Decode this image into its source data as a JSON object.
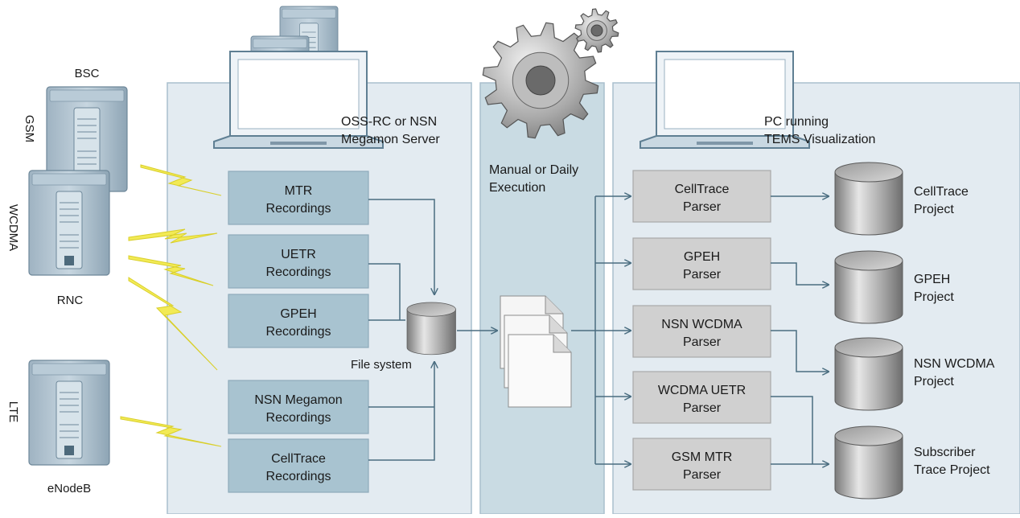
{
  "network": {
    "bsc_label": "BSC",
    "gsm_label": "GSM",
    "wcdma_label": "WCDMA",
    "rnc_label": "RNC",
    "lte_label": "LTE",
    "enodeb_label": "eNodeB"
  },
  "server": {
    "title_line1": "OSS-RC or NSN",
    "title_line2": "Megamon Server",
    "recordings": [
      {
        "line1": "MTR",
        "line2": "Recordings"
      },
      {
        "line1": "UETR",
        "line2": "Recordings"
      },
      {
        "line1": "GPEH",
        "line2": "Recordings"
      },
      {
        "line1": "NSN Megamon",
        "line2": "Recordings"
      },
      {
        "line1": "CellTrace",
        "line2": "Recordings"
      }
    ],
    "file_system_label": "File system"
  },
  "execution": {
    "label_line1": "Manual or Daily",
    "label_line2": "Execution"
  },
  "pc": {
    "title_line1": "PC running",
    "title_line2": "TEMS Visualization",
    "parsers": [
      {
        "line1": "CellTrace",
        "line2": "Parser"
      },
      {
        "line1": "GPEH",
        "line2": "Parser"
      },
      {
        "line1": "NSN WCDMA",
        "line2": "Parser"
      },
      {
        "line1": "WCDMA UETR",
        "line2": "Parser"
      },
      {
        "line1": "GSM MTR",
        "line2": "Parser"
      }
    ],
    "projects": [
      {
        "line1": "CellTrace",
        "line2": "Project"
      },
      {
        "line1": "GPEH",
        "line2": "Project"
      },
      {
        "line1": "NSN WCDMA",
        "line2": "Project"
      },
      {
        "line1": "Subscriber",
        "line2": "Trace Project"
      }
    ]
  },
  "colors": {
    "panel_fill": "#e3ebf1",
    "panel_stroke": "#a9bfcd",
    "exec_fill": "#c9dbe3",
    "recording_fill": "#a8c3d0",
    "parser_fill": "#d0d0d0",
    "arrow": "#4a6d80",
    "lightning": "#f2ea55"
  }
}
